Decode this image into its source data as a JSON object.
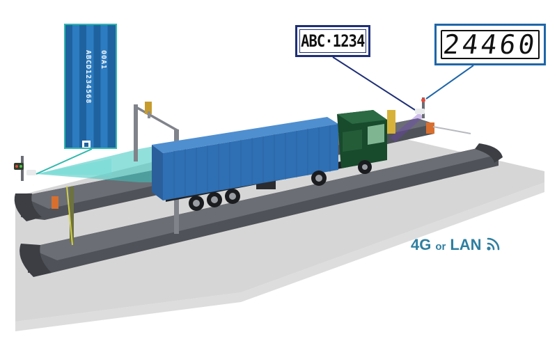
{
  "container_code": {
    "line1": "ABCD1234568",
    "line2": "00A1"
  },
  "license_plate": "ABC·1234",
  "weight_display": "24460",
  "network": {
    "part1": "4G",
    "part2": "or",
    "part3": "LAN",
    "icon": "wifi-icon"
  },
  "colors": {
    "container": "#2f6fb3",
    "cab": "#184a2c",
    "camera_beam": "#39c6bf",
    "plate_border": "#1e2f77",
    "weight_border": "#1e66a8",
    "network_text": "#2e7fa0",
    "platform": "#5a5d63",
    "ground": "#d6d6d6"
  }
}
